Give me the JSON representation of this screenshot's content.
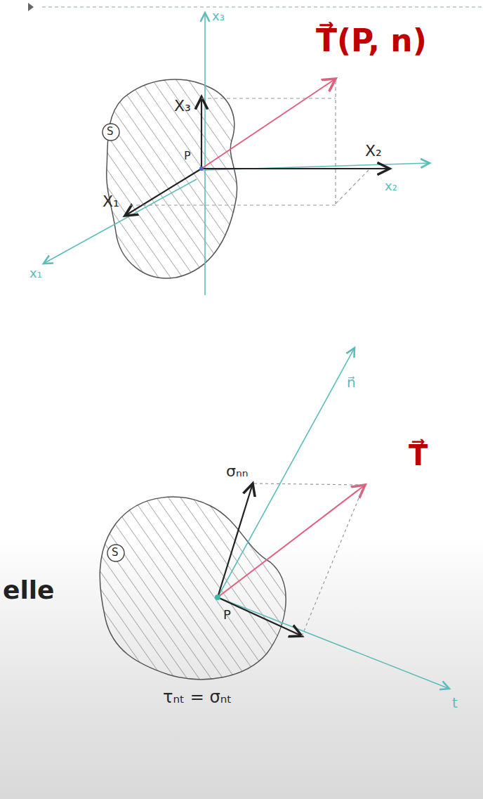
{
  "diagram": {
    "labels": [
      "x₃",
      "X₃",
      "X₂",
      "X₁",
      "x₁",
      "x₂",
      "S",
      "P",
      "T⃗(P, n)",
      "n⃗",
      "T⃗",
      "σₙₙ",
      "S",
      "P",
      "τₙₜ = σₙₜ",
      "t",
      "elle"
    ]
  }
}
